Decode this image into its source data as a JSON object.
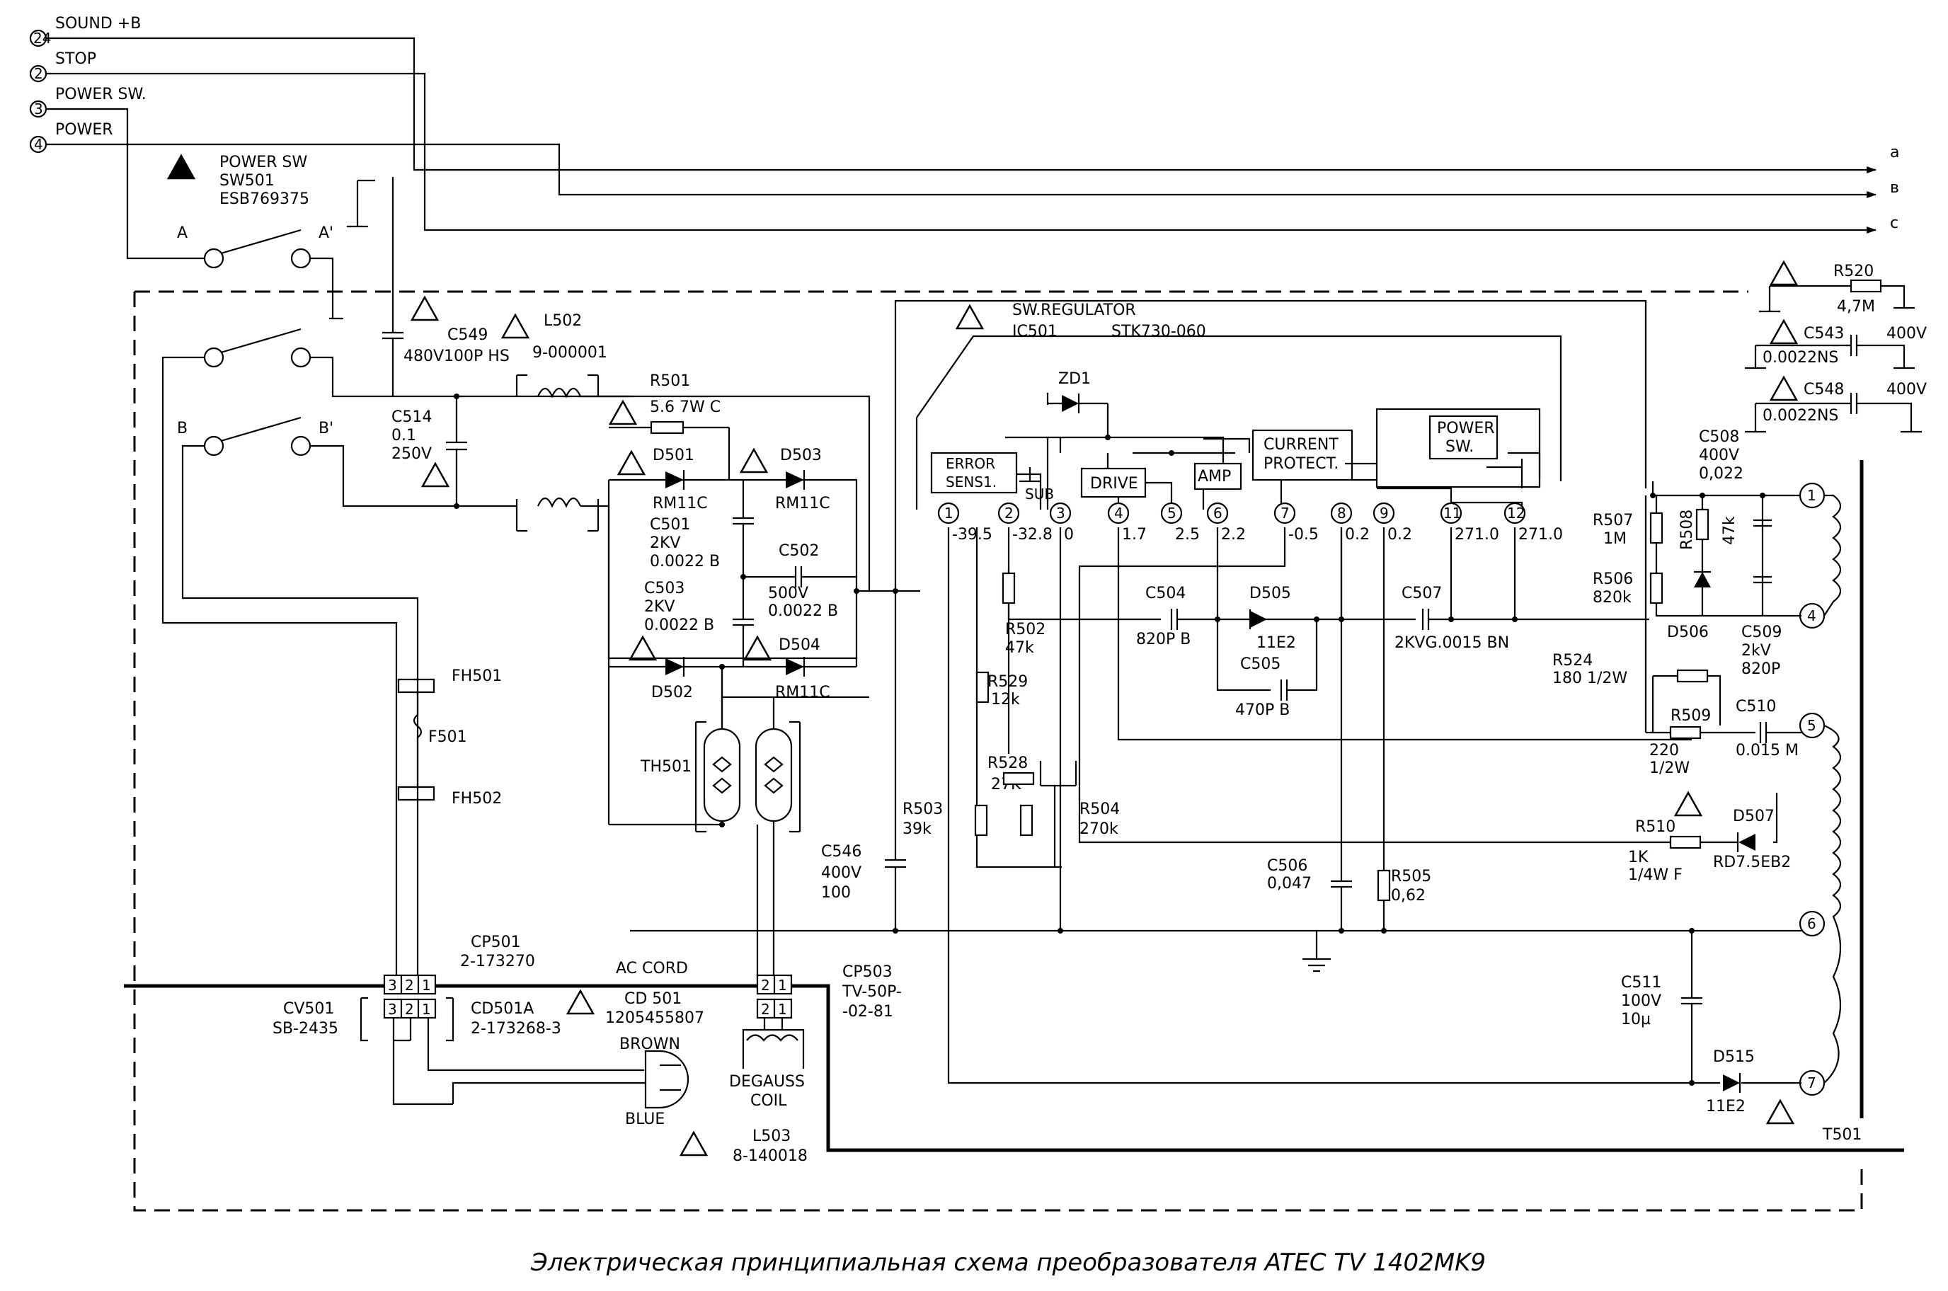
{
  "inputs": [
    {
      "num": "24",
      "label": "SOUND +B"
    },
    {
      "num": "2",
      "label": "STOP"
    },
    {
      "num": "3",
      "label": "POWER SW."
    },
    {
      "num": "4",
      "label": "POWER"
    }
  ],
  "outputs": [
    "a",
    "в",
    "c"
  ],
  "power_switch": {
    "title": "POWER SW",
    "ref": "SW501",
    "part": "ESB769375",
    "contacts": [
      "A",
      "A'",
      "B",
      "B'"
    ]
  },
  "fuse": {
    "holder_top": "FH501",
    "fuse": "F501",
    "holder_bottom": "FH502"
  },
  "c549": {
    "ref": "C549",
    "value": "480V100P HS"
  },
  "c514": {
    "ref": "C514",
    "v1": "0.1",
    "v2": "250V"
  },
  "l502": {
    "ref": "L502",
    "part": "9-000001"
  },
  "r501": {
    "ref": "R501",
    "value": "5.6 7W C"
  },
  "bridge": {
    "d501": "D501",
    "d502": "D502",
    "d503": "D503",
    "d504": "D504",
    "rm_a": "RM11C",
    "rm_b": "RM11C",
    "rm_c": "RM11C",
    "c501": [
      "C501",
      "2KV",
      "0.0022 B"
    ],
    "c502": [
      "C502",
      "500V",
      "0.0022 B"
    ],
    "c503": [
      "C503",
      "2KV",
      "0.0022 B"
    ]
  },
  "th501": "TH501",
  "c546": [
    "C546",
    "400V",
    "100"
  ],
  "r503": [
    "R503",
    "39k"
  ],
  "ic": {
    "title": "SW.REGULATOR",
    "ref": "IC501",
    "part": "STK730-060",
    "zd1": "ZD1",
    "error": [
      "ERROR",
      "SENS1."
    ],
    "sub": "SUB",
    "drive": "DRIVE",
    "amp": "AMP",
    "current": [
      "CURRENT",
      "PROTECT."
    ],
    "powersw": [
      "POWER",
      "SW."
    ],
    "pins": [
      "1",
      "2",
      "3",
      "4",
      "5",
      "6",
      "7",
      "8",
      "9",
      "11",
      "12"
    ],
    "voltages": [
      "-39.5",
      "-32.8",
      "0",
      "1.7",
      "2.5",
      "2.2",
      "-0.5",
      "0.2",
      "0.2",
      "271.0",
      "271.0"
    ]
  },
  "r502": [
    "R502",
    "47k"
  ],
  "r529": [
    "R529",
    "12k"
  ],
  "r528": [
    "R528",
    "27K"
  ],
  "r504": [
    "R504",
    "270k"
  ],
  "c504": [
    "C504",
    "820P B"
  ],
  "d505": [
    "D505",
    "11E2"
  ],
  "c505": [
    "C505",
    "470P B"
  ],
  "c507": [
    "C507",
    "2KVG.0015 BN"
  ],
  "c506": [
    "C506",
    "0,047"
  ],
  "r505": [
    "R505",
    "0,62"
  ],
  "r507": [
    "R507",
    "1M"
  ],
  "r506": [
    "R506",
    "820k"
  ],
  "r508": [
    "R508",
    "47k"
  ],
  "c508": [
    "C508",
    "400V",
    "0,022"
  ],
  "c509": [
    "C509",
    "2kV",
    "820P"
  ],
  "d506": "D506",
  "r524": [
    "R524",
    "180 1/2W"
  ],
  "r509": [
    "R509",
    "220",
    "1/2W"
  ],
  "c510": [
    "C510",
    "0.015 M"
  ],
  "r510": [
    "R510",
    "1K",
    "1/4W F"
  ],
  "d507": [
    "D507",
    "RD7.5EB2"
  ],
  "c511": [
    "C511",
    "100V",
    "10µ"
  ],
  "d515": [
    "D515",
    "11E2"
  ],
  "t501": {
    "ref": "T501",
    "pins": [
      "1",
      "4",
      "5",
      "6",
      "7"
    ]
  },
  "r520": [
    "R520",
    "4,7M"
  ],
  "c543": [
    "C543",
    "0.0022NS",
    "400V"
  ],
  "c548": [
    "C548",
    "0.0022NS",
    "400V"
  ],
  "connectors": {
    "cp501": [
      "CP501",
      "2-173270"
    ],
    "cv501": [
      "CV501",
      "SB-2435"
    ],
    "cd501a": [
      "CD501A",
      "2-173268-3"
    ],
    "cd501": [
      "CD 501",
      "1205455807"
    ],
    "ac_cord": "AC CORD",
    "cp503": [
      "CP503",
      "TV-50P-",
      "-02-81"
    ],
    "brown": "BROWN",
    "blue": "BLUE",
    "degauss": [
      "DEGAUSS",
      "COIL"
    ],
    "l503": [
      "L503",
      "8-140018"
    ],
    "pins3": [
      "3",
      "2",
      "1"
    ],
    "pins2": [
      "2",
      "1"
    ]
  },
  "caption": "Электрическая принципиальная схема преобразователя ATEC TV 1402MK9"
}
